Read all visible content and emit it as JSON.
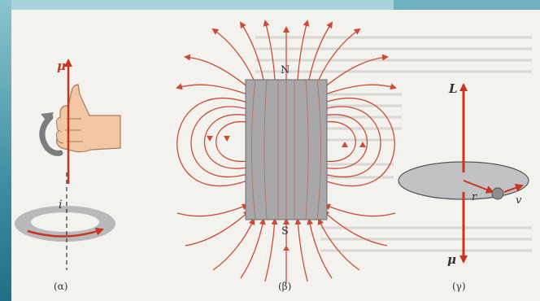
{
  "panels": [
    {
      "id": "alpha",
      "caption": "(α)",
      "vector_label": "μ",
      "current_label": "i"
    },
    {
      "id": "beta",
      "caption": "(β)",
      "north_label": "N",
      "south_label": "S"
    },
    {
      "id": "gamma",
      "caption": "(γ)",
      "top_label": "L",
      "bottom_label": "μ",
      "radius_label": "r",
      "velocity_label": "v"
    }
  ],
  "colors": {
    "arrow": "#c9341e",
    "field_line": "#cc4a36",
    "magnet": "#a8a8aa",
    "orbit_disk": "#c2c2c4",
    "ring": "#b9b9bb",
    "skin": "#f2c8a4",
    "curl_arrow": "#7d7d80"
  },
  "icons": [
    "right-hand-icon",
    "curl-arrow-icon"
  ]
}
